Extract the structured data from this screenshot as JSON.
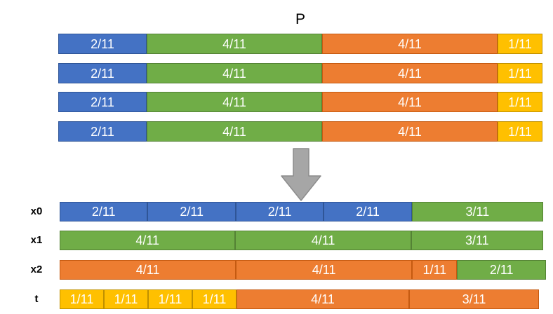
{
  "title": "P",
  "denominator": 11,
  "colors": {
    "blue": {
      "fill": "#4472C4",
      "border": "#2F5597"
    },
    "green": {
      "fill": "#70AD47",
      "border": "#548235"
    },
    "orange": {
      "fill": "#ED7D31",
      "border": "#C55A11"
    },
    "yellow": {
      "fill": "#FFC000",
      "border": "#BF9000"
    }
  },
  "arrow": {
    "name": "down-arrow",
    "fill": "#A6A6A6",
    "stroke": "#8C8C8C"
  },
  "top_bars": [
    {
      "segments": [
        {
          "label": "2/11",
          "value": 2,
          "color": "blue"
        },
        {
          "label": "4/11",
          "value": 4,
          "color": "green"
        },
        {
          "label": "4/11",
          "value": 4,
          "color": "orange"
        },
        {
          "label": "1/11",
          "value": 1,
          "color": "yellow"
        }
      ]
    },
    {
      "segments": [
        {
          "label": "2/11",
          "value": 2,
          "color": "blue"
        },
        {
          "label": "4/11",
          "value": 4,
          "color": "green"
        },
        {
          "label": "4/11",
          "value": 4,
          "color": "orange"
        },
        {
          "label": "1/11",
          "value": 1,
          "color": "yellow"
        }
      ]
    },
    {
      "segments": [
        {
          "label": "2/11",
          "value": 2,
          "color": "blue"
        },
        {
          "label": "4/11",
          "value": 4,
          "color": "green"
        },
        {
          "label": "4/11",
          "value": 4,
          "color": "orange"
        },
        {
          "label": "1/11",
          "value": 1,
          "color": "yellow"
        }
      ]
    },
    {
      "segments": [
        {
          "label": "2/11",
          "value": 2,
          "color": "blue"
        },
        {
          "label": "4/11",
          "value": 4,
          "color": "green"
        },
        {
          "label": "4/11",
          "value": 4,
          "color": "orange"
        },
        {
          "label": "1/11",
          "value": 1,
          "color": "yellow"
        }
      ]
    }
  ],
  "bottom_rows": [
    {
      "label": "x0",
      "segments": [
        {
          "label": "2/11",
          "value": 2,
          "color": "blue"
        },
        {
          "label": "2/11",
          "value": 2,
          "color": "blue"
        },
        {
          "label": "2/11",
          "value": 2,
          "color": "blue"
        },
        {
          "label": "2/11",
          "value": 2,
          "color": "blue"
        },
        {
          "label": "3/11",
          "value": 3,
          "color": "green"
        }
      ]
    },
    {
      "label": "x1",
      "segments": [
        {
          "label": "4/11",
          "value": 4,
          "color": "green"
        },
        {
          "label": "4/11",
          "value": 4,
          "color": "green"
        },
        {
          "label": "3/11",
          "value": 3,
          "color": "green"
        }
      ]
    },
    {
      "label": "x2",
      "segments": [
        {
          "label": "4/11",
          "value": 4,
          "color": "orange"
        },
        {
          "label": "4/11",
          "value": 4,
          "color": "orange"
        },
        {
          "label": "1/11",
          "value": 1,
          "color": "orange"
        },
        {
          "label": "2/11",
          "value": 2,
          "color": "green"
        }
      ]
    },
    {
      "label": "t",
      "segments": [
        {
          "label": "1/11",
          "value": 1,
          "color": "yellow"
        },
        {
          "label": "1/11",
          "value": 1,
          "color": "yellow"
        },
        {
          "label": "1/11",
          "value": 1,
          "color": "yellow"
        },
        {
          "label": "1/11",
          "value": 1,
          "color": "yellow"
        },
        {
          "label": "4/11",
          "value": 4,
          "color": "orange"
        },
        {
          "label": "3/11",
          "value": 3,
          "color": "orange"
        }
      ]
    }
  ]
}
